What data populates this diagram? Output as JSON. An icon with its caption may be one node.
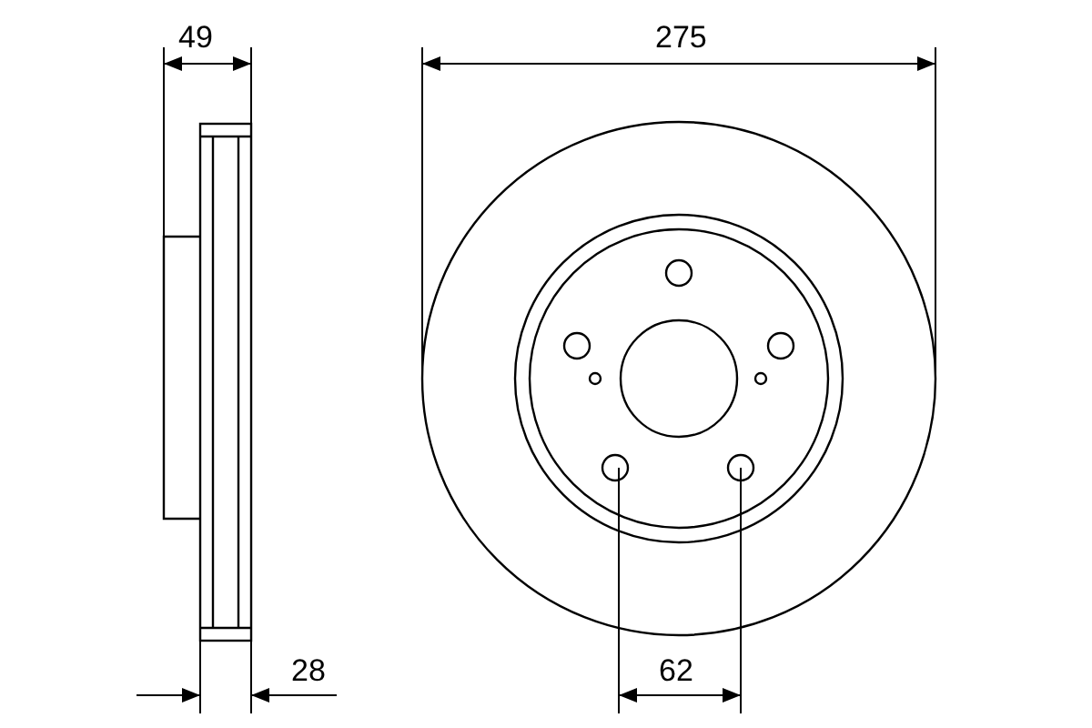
{
  "diagram": {
    "labels": [
      "49",
      "275",
      "28",
      "62"
    ]
  }
}
